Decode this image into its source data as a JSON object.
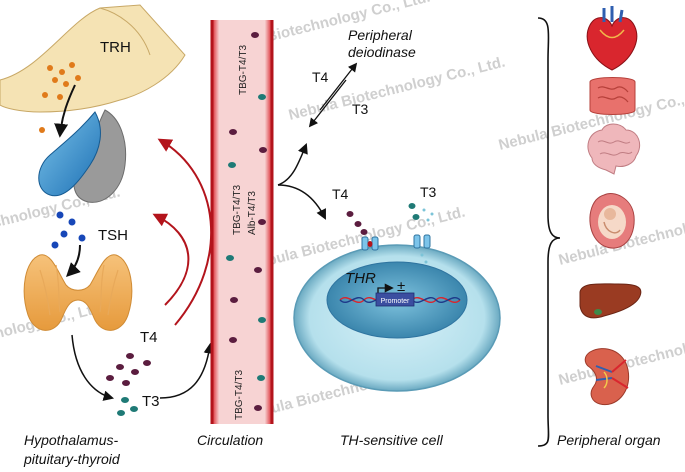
{
  "watermark": "Nebula Biotechnology Co., Ltd.",
  "hpt": {
    "trh": "TRH",
    "tsh": "TSH",
    "t4": "T4",
    "t3": "T3",
    "caption_line1": "Hypothalamus-",
    "caption_line2": "pituitary-thyroid"
  },
  "circulation": {
    "label_top": "TBG-T4/T3",
    "label_mid1": "TBG-T4/T3",
    "label_mid2": "Alb-T4/T3",
    "label_bottom": "TBG-T4/T3",
    "caption": "Circulation"
  },
  "peripheral": {
    "deiodinase_line1": "Peripheral",
    "deiodinase_line2": "deiodinase",
    "t4": "T4",
    "t3": "T3"
  },
  "cell": {
    "t4": "T4",
    "t3": "T3",
    "thr": "THR",
    "plus_minus": "±",
    "promoter": "Promoter",
    "caption": "TH-sensitive cell"
  },
  "organs": {
    "caption": "Peripheral organ",
    "icons": [
      "heart-icon",
      "intestine-icon",
      "brain-icon",
      "uterus-fetus-icon",
      "liver-icon",
      "kidney-icon"
    ]
  },
  "colors": {
    "t4_dot": "#5b1d3f",
    "t3_dot": "#1f7a76",
    "tsh_dot": "#1747b8",
    "trh_dot": "#e07a1a",
    "feedback_arrow": "#b3141c",
    "vessel": "#f6c9c9",
    "cell_outer": "#bde4f0",
    "nucleus": "#4a9fc4"
  }
}
